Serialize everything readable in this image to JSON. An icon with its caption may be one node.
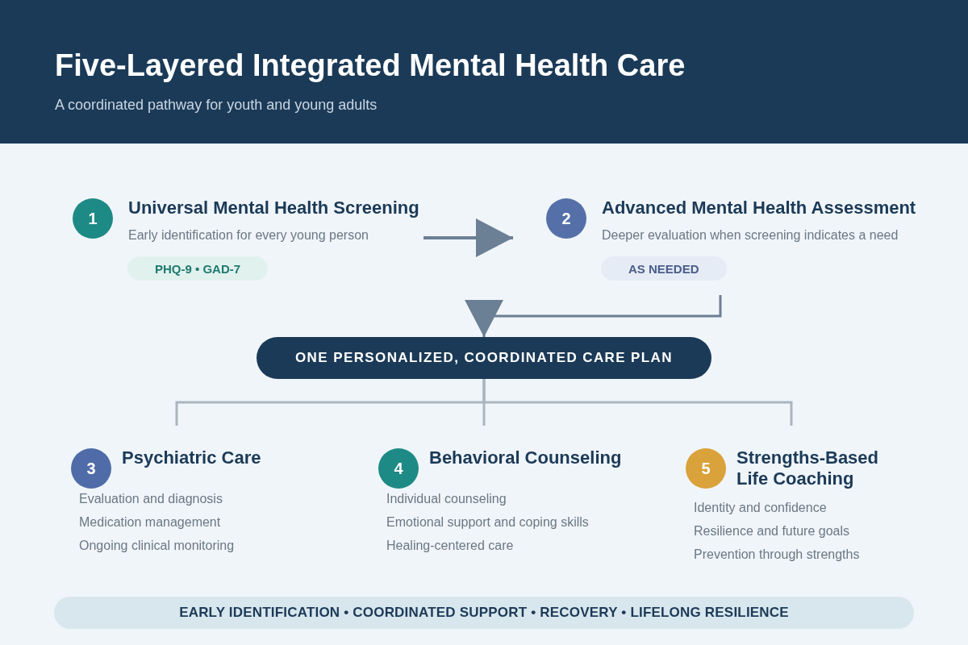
{
  "diagram": {
    "title": "Five-Layered Integrated Mental Health Care",
    "nodes": [
      {
        "text": [
          "1",
          "Universal Mental Health Screening",
          "Early identification for every young person",
          "PHQ-9 • GAD-7"
        ]
      },
      {
        "text": [
          "2",
          "Advanced Mental Health Assessment",
          "Deeper evaluation when screening indicates a need",
          "AS NEEDED"
        ]
      },
      {
        "text": [
          "ONE PERSONALIZED, COORDINATED CARE PLAN"
        ]
      },
      {
        "text": [
          "3",
          "Psychiatric Care",
          "Evaluation and diagnosis",
          "Medication management",
          "Ongoing clinical monitoring"
        ]
      },
      {
        "text": [
          "4",
          "Behavioral Counseling",
          "Individual counseling",
          "Emotional support and coping skills",
          "Healing-centered care"
        ]
      },
      {
        "text": [
          "5",
          "Strengths-Based Life Coaching",
          "Identity and confidence",
          "Resilience and future goals",
          "Prevention through strengths"
        ]
      },
      {
        "text": [
          "EARLY IDENTIFICATION • COORDINATED SUPPORT • RECOVERY • LIFELONG RESILIENCE"
        ]
      }
    ],
    "edges": [
      {
        "from": 0,
        "to": 1,
        "arrow": "to"
      },
      {
        "from": 1,
        "to": 2,
        "arrow": "to"
      },
      {
        "from": 2,
        "to": 3,
        "arrow": "none"
      },
      {
        "from": 2,
        "to": 4,
        "arrow": "none"
      },
      {
        "from": 2,
        "to": 5,
        "arrow": "none"
      }
    ],
    "labels": [
      "A coordinated pathway for youth and young adults"
    ]
  }
}
